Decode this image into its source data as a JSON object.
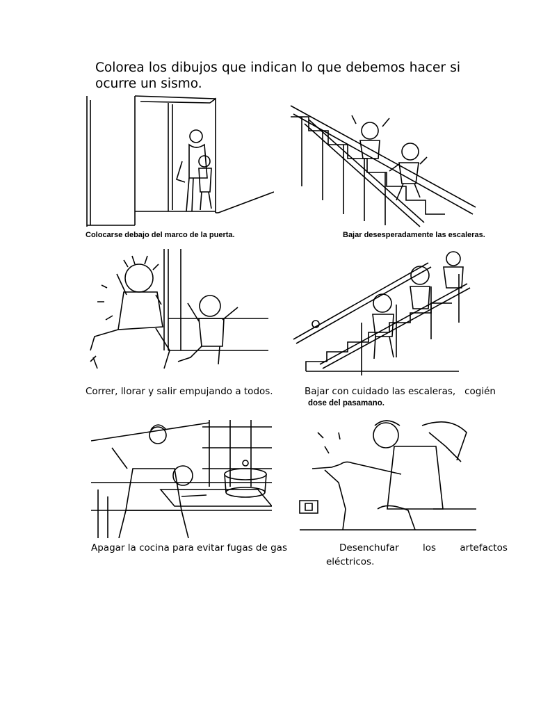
{
  "worksheet": {
    "instructions": "Colorea los dibujos que indican lo que debemos hacer si ocurre un sismo.",
    "activities": [
      {
        "caption": "Colocarse debajo del marco de la puerta.",
        "illustration": "door-frame-illustration"
      },
      {
        "caption": "Bajar desesperadamente las escaleras.",
        "illustration": "panicked-stairs-illustration"
      },
      {
        "caption": "Correr, llorar y salir empujando a todos.",
        "illustration": "running-children-illustration"
      },
      {
        "caption_line1": "Bajar con cuidado las escaleras,   cogién",
        "caption_line2": "dose del pasamano.",
        "illustration": "careful-stairs-illustration"
      },
      {
        "caption": "Apagar la cocina para evitar fugas de gas",
        "illustration": "kitchen-stove-illustration"
      },
      {
        "caption_line1": "Desenchufar        los        artefactos",
        "caption_line2": "eléctricos.",
        "illustration": "unplug-appliance-illustration"
      }
    ]
  }
}
